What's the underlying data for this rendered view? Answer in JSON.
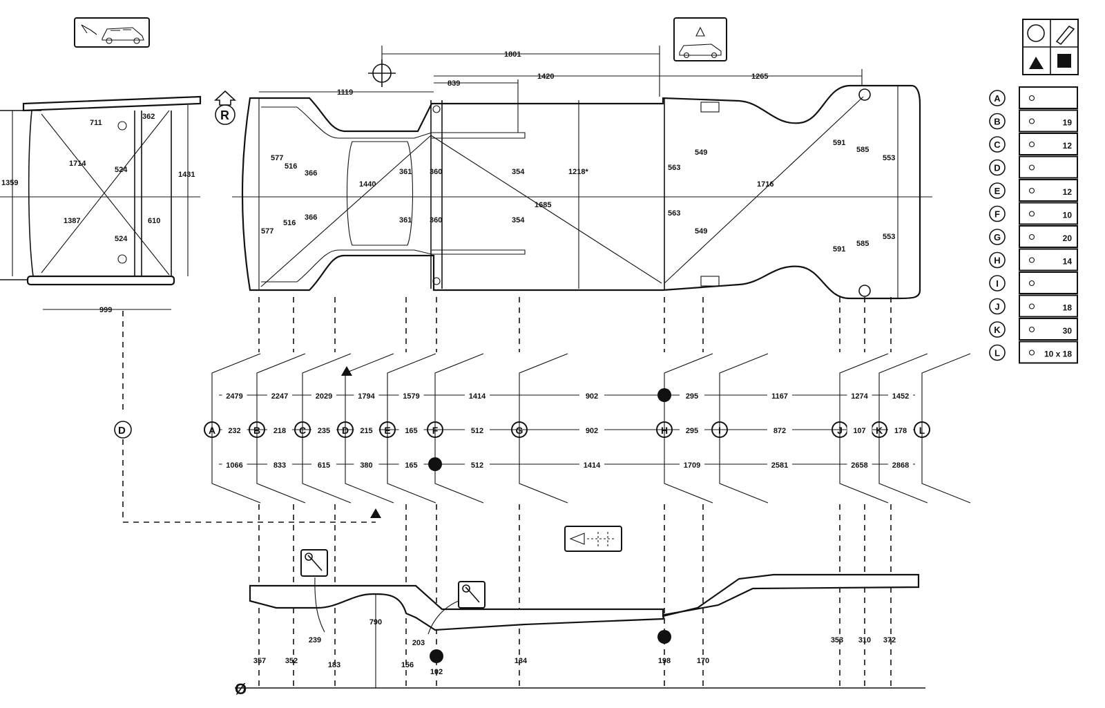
{
  "colors": {
    "ink": "#111111",
    "paper": "#ffffff"
  },
  "icons": {
    "car_lift": "car-lift-icon",
    "car_alert": "car-warning-icon",
    "wrench": "wrench-icon",
    "sensor": "sensor-icon",
    "datum": "datum-cross-icon",
    "reference_arrow": "reference-arrow-icon"
  },
  "reference_label": "R",
  "datum_symbol": "Ø",
  "legend": {
    "rows": [
      {
        "id": "A",
        "value": ""
      },
      {
        "id": "B",
        "value": "19"
      },
      {
        "id": "C",
        "value": "12"
      },
      {
        "id": "D",
        "value": ""
      },
      {
        "id": "E",
        "value": "12"
      },
      {
        "id": "F",
        "value": "10"
      },
      {
        "id": "G",
        "value": "20"
      },
      {
        "id": "H",
        "value": "14"
      },
      {
        "id": "I",
        "value": ""
      },
      {
        "id": "J",
        "value": "18"
      },
      {
        "id": "K",
        "value": "30"
      },
      {
        "id": "L",
        "value": "10 x 18"
      }
    ]
  },
  "top_view": {
    "overall_dims": [
      "1801",
      "1420",
      "1265",
      "1119",
      "839"
    ],
    "labels": [
      "577",
      "516",
      "366",
      "361",
      "360",
      "354",
      "1218*",
      "563",
      "549",
      "591",
      "585",
      "553",
      "577",
      "516",
      "366",
      "361",
      "360",
      "354",
      "563",
      "549",
      "591",
      "585",
      "553",
      "1440",
      "1685",
      "1716"
    ]
  },
  "end_view": {
    "labels": [
      "711",
      "362",
      "1714",
      "524",
      "1359",
      "1431",
      "1387",
      "524",
      "610",
      "999"
    ]
  },
  "reference_points": [
    "A",
    "B",
    "C",
    "D",
    "E",
    "F",
    "G",
    "H",
    "I",
    "J",
    "K",
    "L"
  ],
  "dimension_rows": {
    "upper": [
      "2479",
      "2247",
      "2029",
      "1794",
      "1579",
      "1414",
      "902",
      "295",
      "1167",
      "1274",
      "1452"
    ],
    "middle": [
      "232",
      "218",
      "235",
      "215",
      "165",
      "512",
      "902",
      "295",
      "872",
      "107",
      "178"
    ],
    "lower": [
      "1066",
      "833",
      "615",
      "380",
      "165",
      "512",
      "1414",
      "1709",
      "2581",
      "2658",
      "2868"
    ]
  },
  "side_view": {
    "heights": [
      "357",
      "352",
      "183",
      "156",
      "102",
      "134",
      "198",
      "170",
      "353",
      "310",
      "372"
    ],
    "extras": [
      "239",
      "203",
      "790"
    ]
  }
}
